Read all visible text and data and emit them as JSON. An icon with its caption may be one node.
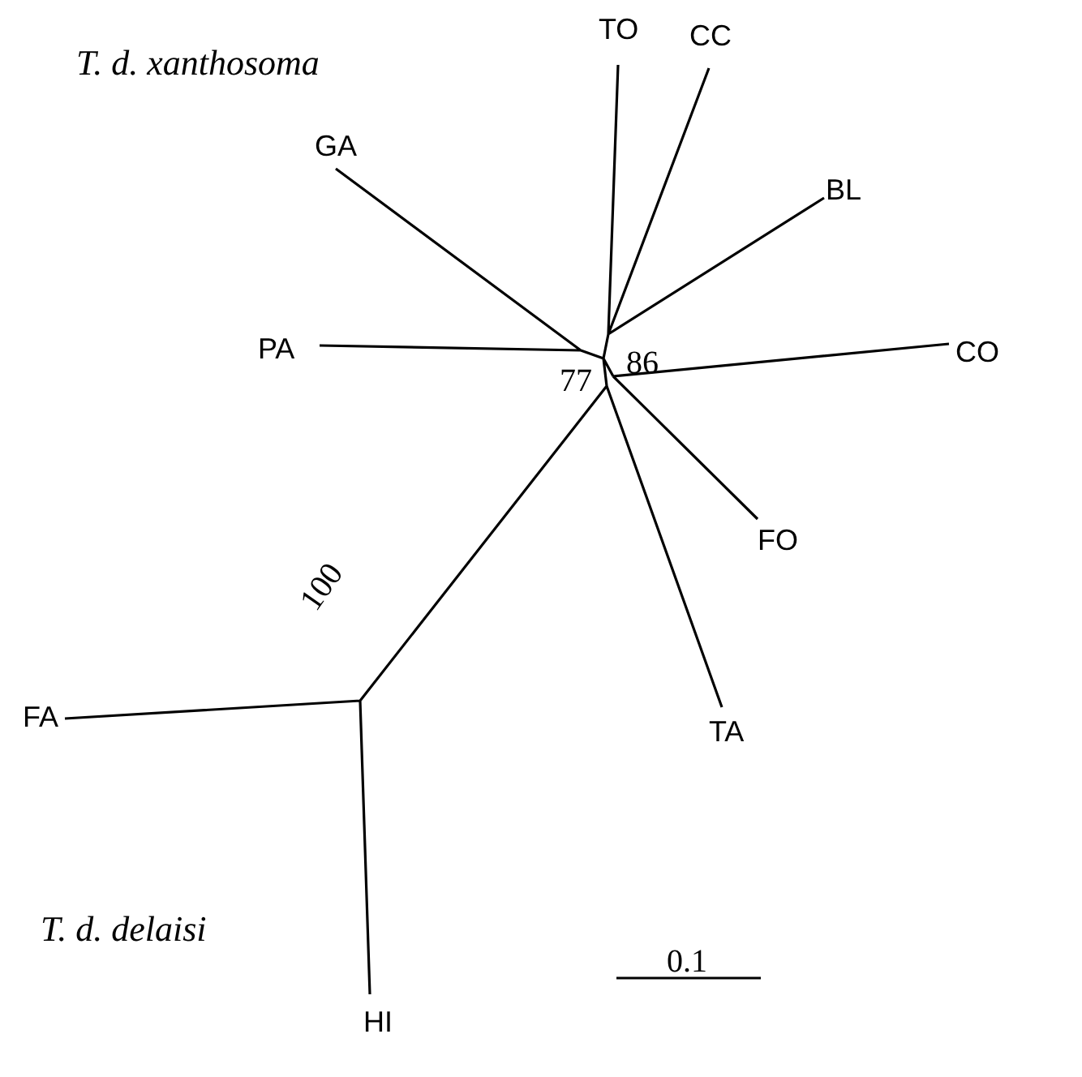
{
  "diagram": {
    "labels": [
      "T. d. xanthosoma",
      "TO",
      "CC",
      "GA",
      "BL",
      "PA",
      "86",
      "CO",
      "77",
      "FO",
      "100",
      "FA",
      "TA",
      "T. d. delaisi",
      "0.1",
      "HI"
    ]
  }
}
